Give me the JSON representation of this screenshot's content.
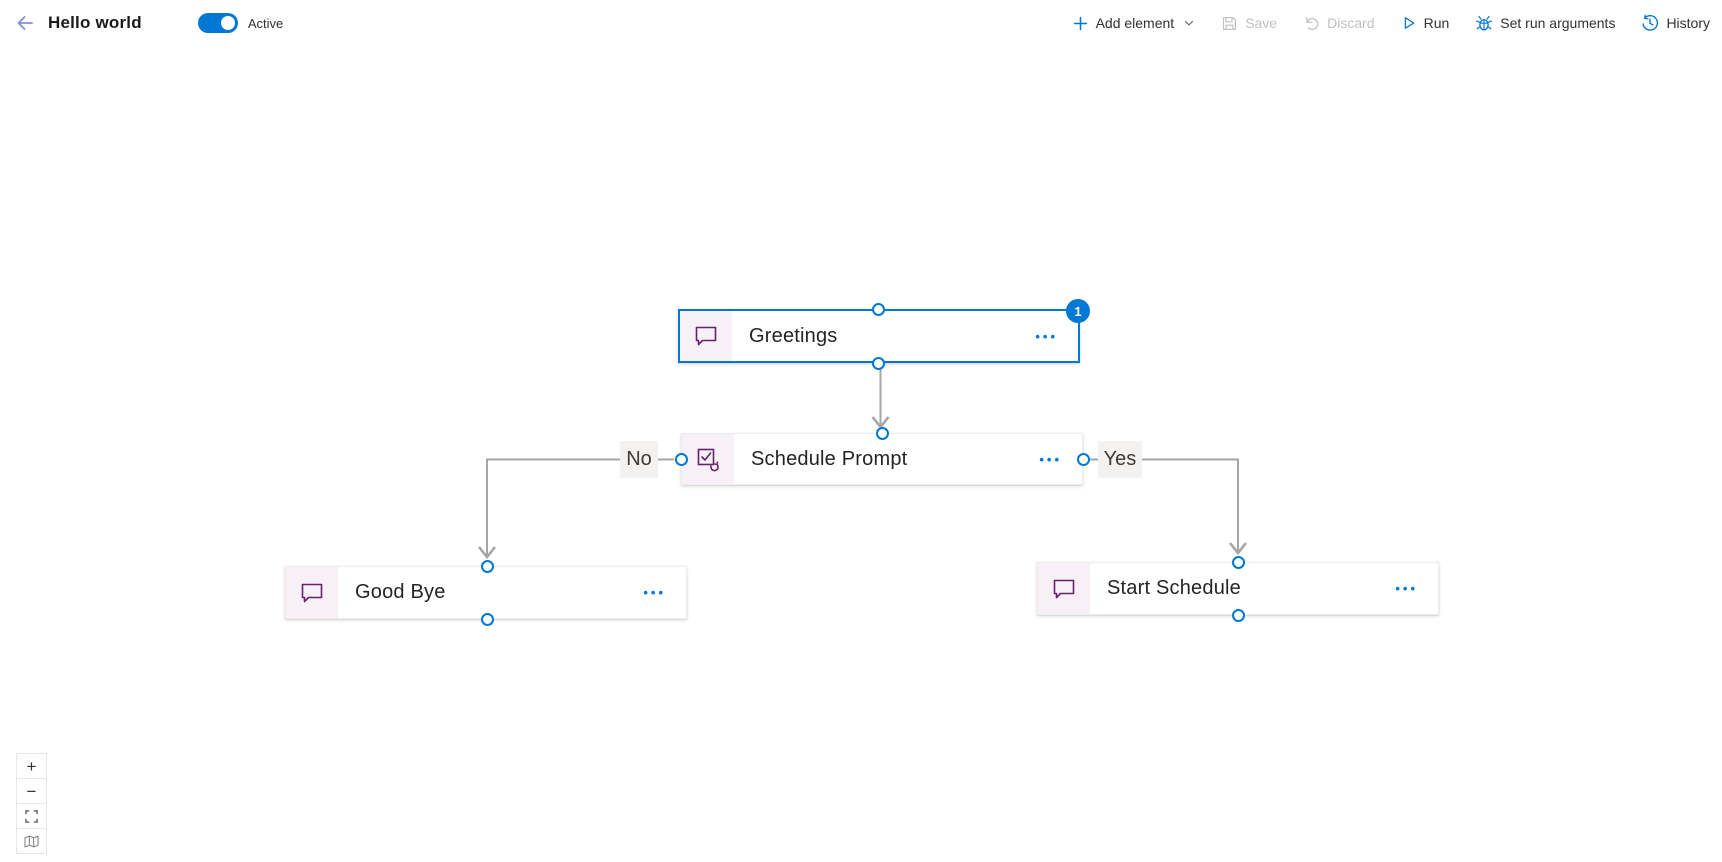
{
  "header": {
    "title": "Hello world",
    "toggle": {
      "state": "on",
      "label": "Active"
    },
    "toolbar": {
      "add_element": "Add element",
      "save": "Save",
      "discard": "Discard",
      "run": "Run",
      "set_run_arguments": "Set run arguments",
      "history": "History"
    }
  },
  "canvas": {
    "nodes": [
      {
        "title": "Greetings",
        "type": "message",
        "selected": true,
        "badge": "1"
      },
      {
        "title": "Schedule Prompt",
        "type": "prompt",
        "selected": false
      },
      {
        "title": "Good Bye",
        "type": "message",
        "selected": false
      },
      {
        "title": "Start Schedule",
        "type": "message",
        "selected": false
      }
    ],
    "edges": [
      {
        "from": "Greetings",
        "to": "Schedule Prompt",
        "label": ""
      },
      {
        "from": "Schedule Prompt",
        "to": "Good Bye",
        "label": "No"
      },
      {
        "from": "Schedule Prompt",
        "to": "Start Schedule",
        "label": "Yes"
      }
    ],
    "edge_labels": {
      "no": "No",
      "yes": "Yes"
    },
    "more_icon": "•••"
  },
  "zoom_controls": {
    "zoom_in": "+",
    "zoom_out": "−"
  },
  "colors": {
    "accent": "#0078d4",
    "icon_purple": "#69216b",
    "edge_gray": "#a6a6a6",
    "label_bg": "#f3f2f1",
    "disabled_text": "#c2c0be",
    "icon_area_bg": "#f7f0f7"
  }
}
